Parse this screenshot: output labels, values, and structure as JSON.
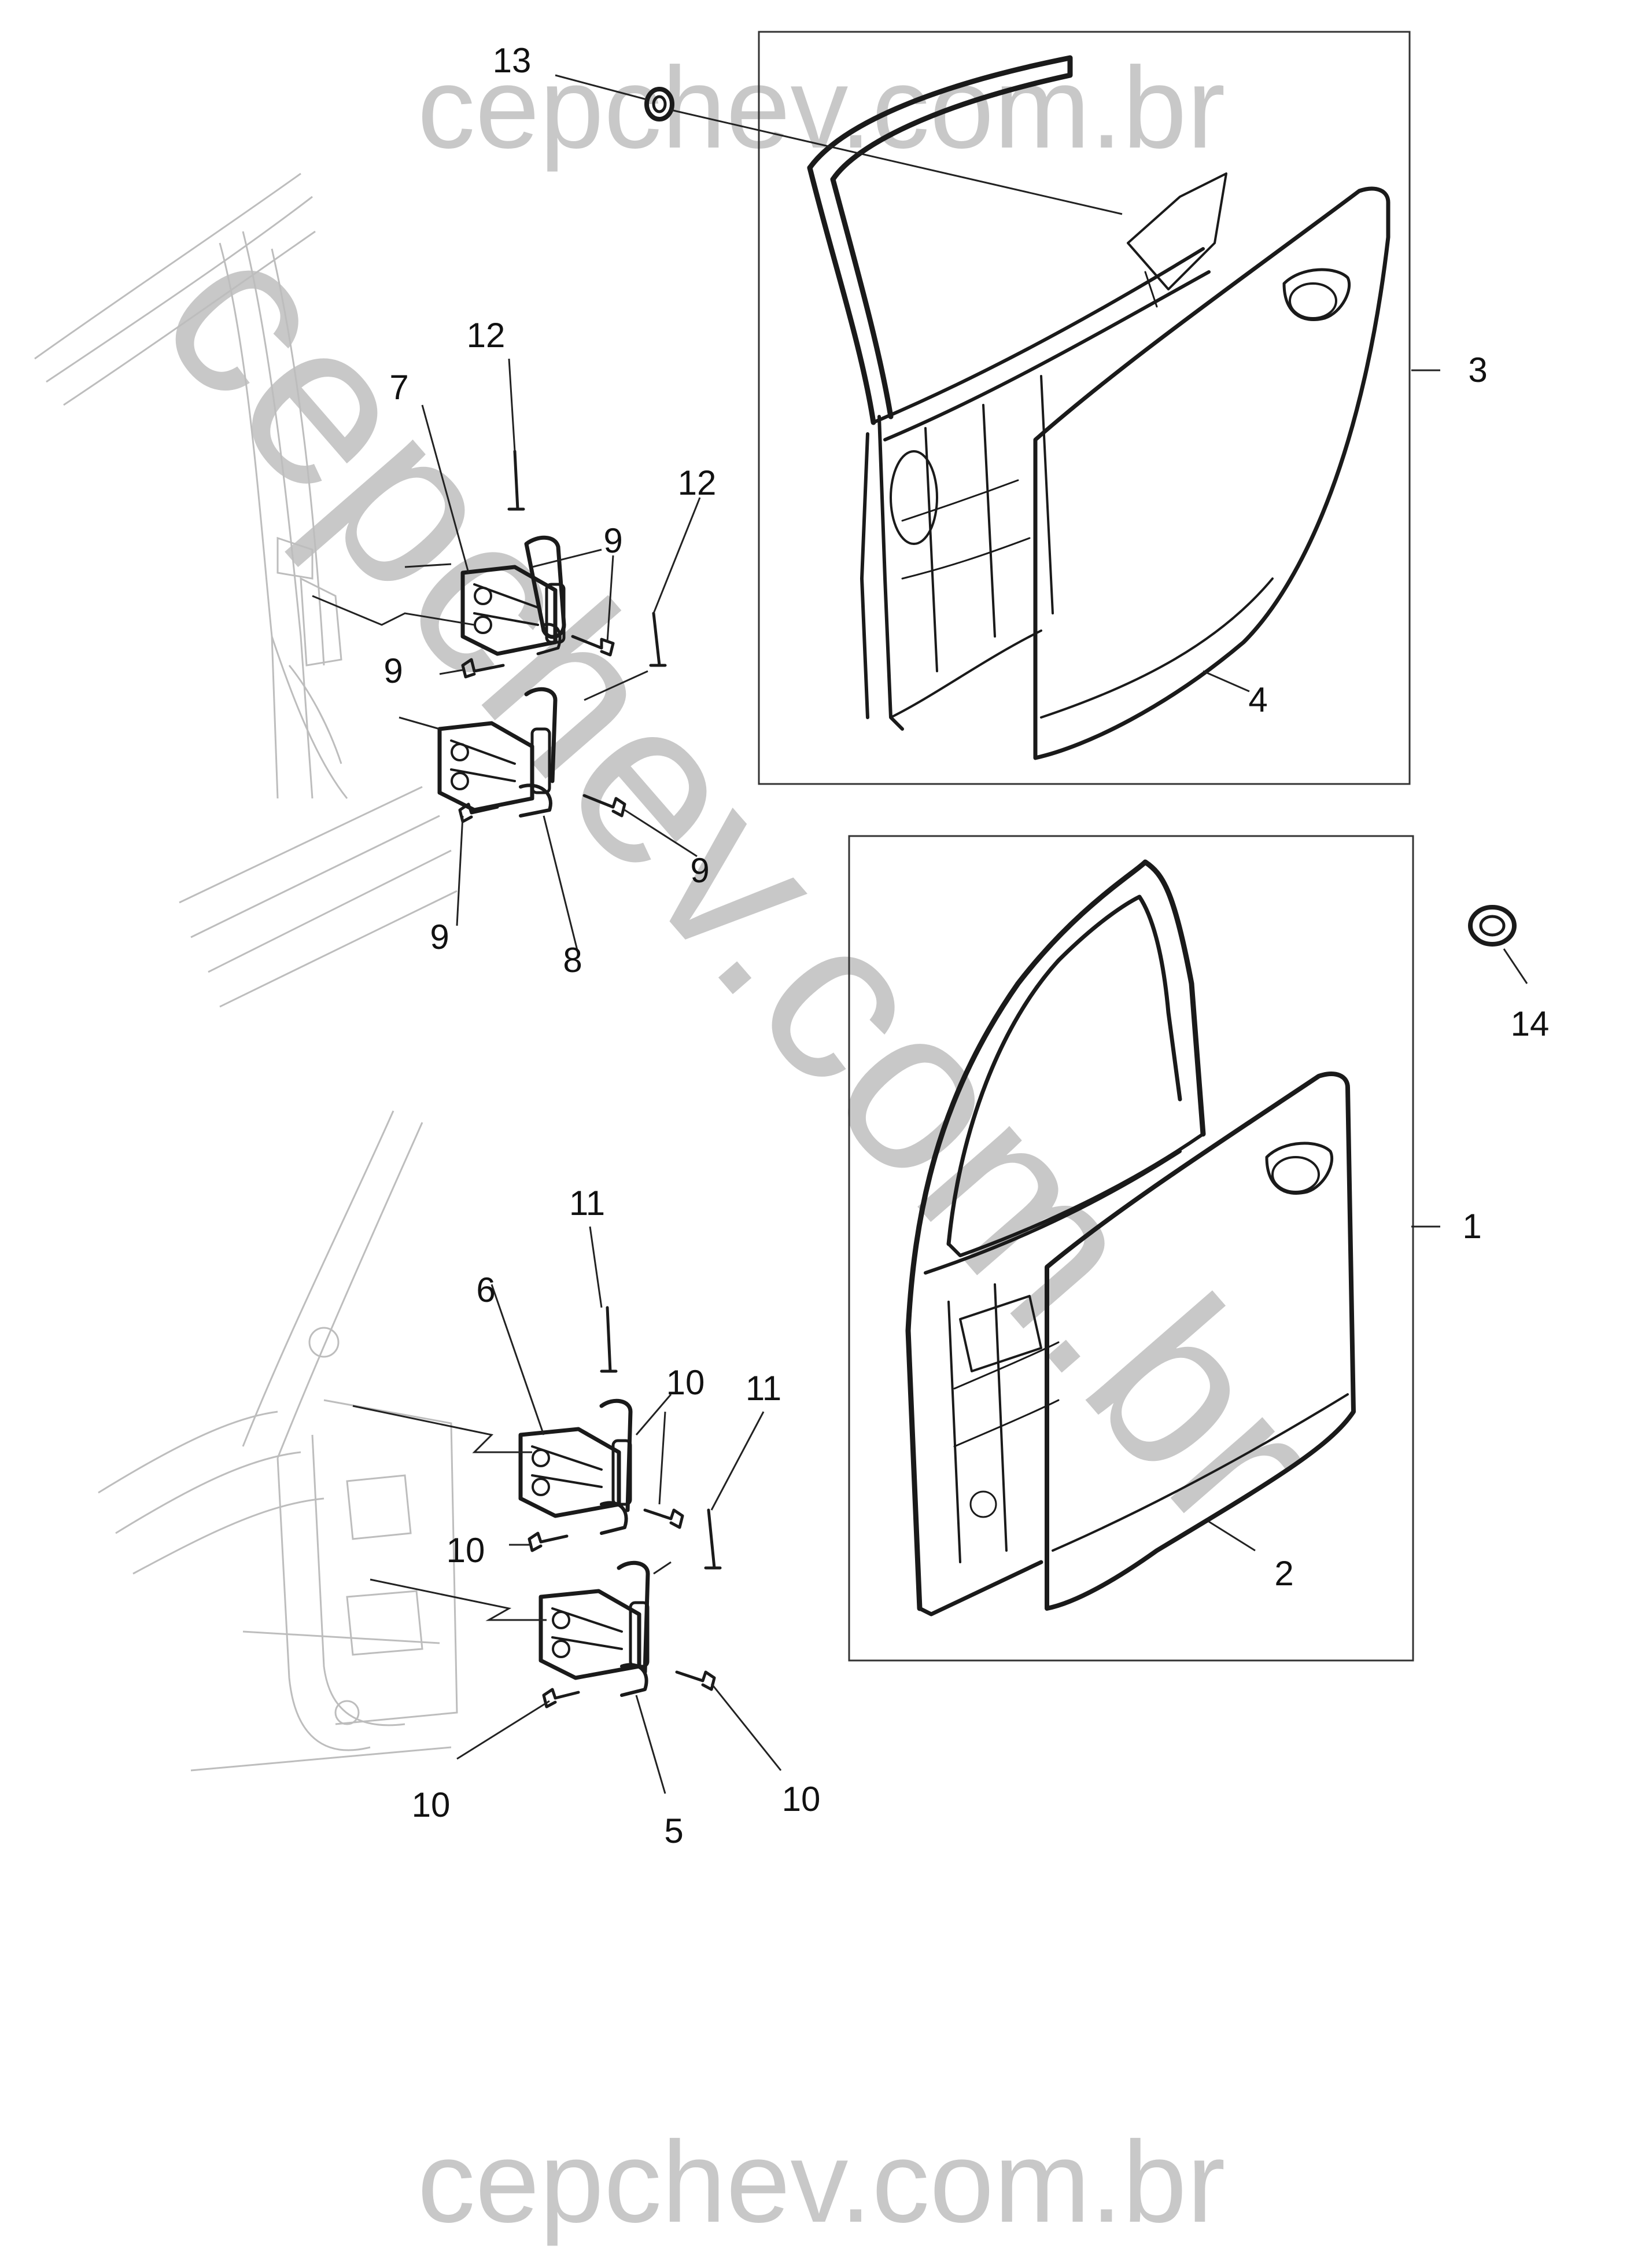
{
  "watermark": {
    "text": "cepchev.com.br",
    "top": "cepchev.com.br",
    "diagonal": "cepchev.com.br",
    "bottom": "cepchev.com.br",
    "color": "#c8c8c8"
  },
  "callouts": {
    "c1": "1",
    "c2": "2",
    "c3": "3",
    "c4": "4",
    "c5": "5",
    "c6": "6",
    "c7": "7",
    "c8": "8",
    "c9a": "9",
    "c9b": "9",
    "c9c": "9",
    "c9d": "9",
    "c10a": "10",
    "c10b": "10",
    "c10c": "10",
    "c10d": "10",
    "c11a": "11",
    "c11b": "11",
    "c12a": "12",
    "c12b": "12",
    "c13": "13",
    "c14": "14"
  },
  "colors": {
    "line": "#1a1a1a",
    "body_outline": "#bdbdbd",
    "watermark": "#c8c8c8",
    "background": "#ffffff"
  }
}
